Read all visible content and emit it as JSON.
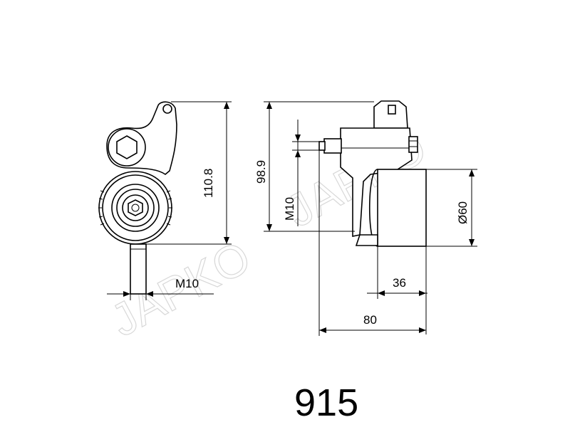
{
  "watermark": "JAPKO",
  "dimensions": {
    "side_height": "110.8",
    "side_bolt": "M10",
    "front_height": "98.9",
    "front_bolt": "M10",
    "pulley_diameter": "Ø60",
    "pulley_width": "36",
    "total_width": "80"
  },
  "part_number": "915"
}
